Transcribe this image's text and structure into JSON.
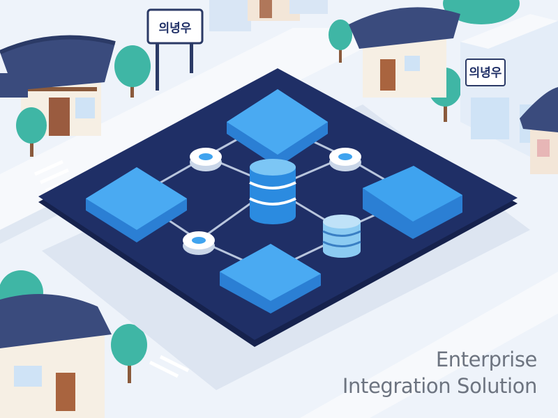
{
  "signs": {
    "left": "의녕우",
    "right": "의녕우"
  },
  "caption": {
    "line1": "Enterprise",
    "line2": "Integration Solution"
  },
  "icons": [
    "hanok-roof-building",
    "tree",
    "signpost",
    "storefront",
    "server-database",
    "module-block",
    "connector-node"
  ],
  "colors": {
    "background": "#eef3fa",
    "platform": "#1f2f66",
    "module_blue": "#3fa3ef",
    "database_light": "#9fd2f4",
    "roof": "#3a4b7d",
    "tree": "#3fb6a5",
    "caption": "#6d7480"
  }
}
